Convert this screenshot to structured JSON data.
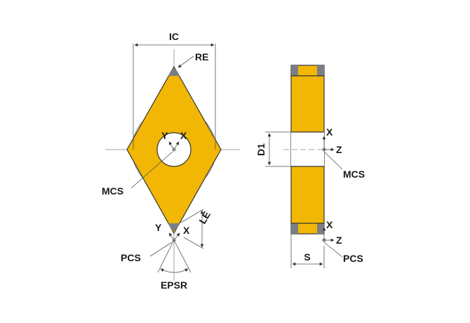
{
  "colors": {
    "insert": "#f2b705",
    "insert_edge": "#333333",
    "corner_tip": "#7a7f85",
    "hole": "#ffffff",
    "dimension_line": "#555555"
  },
  "front_view": {
    "labels": {
      "ic": "IC",
      "re": "RE",
      "y_top": "Y",
      "x_top": "X",
      "mcs": "MCS",
      "le": "LE",
      "y_bottom": "Y",
      "x_bottom": "X",
      "pcs": "PCS",
      "epsr": "EPSR"
    }
  },
  "side_view": {
    "labels": {
      "d1": "D1",
      "x_mid": "X",
      "z_mid": "Z",
      "mcs": "MCS",
      "x_bottom": "X",
      "z_bottom": "Z",
      "pcs": "PCS",
      "s": "S"
    }
  }
}
